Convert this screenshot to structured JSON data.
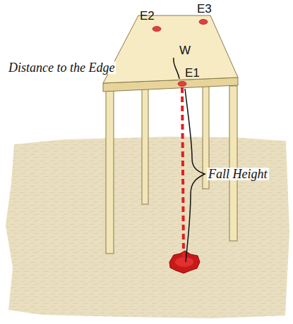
{
  "diagram": {
    "labels": [
      "E2",
      "E3",
      "W",
      "Distance to the Edge",
      "E1",
      "Fall Height"
    ]
  }
}
